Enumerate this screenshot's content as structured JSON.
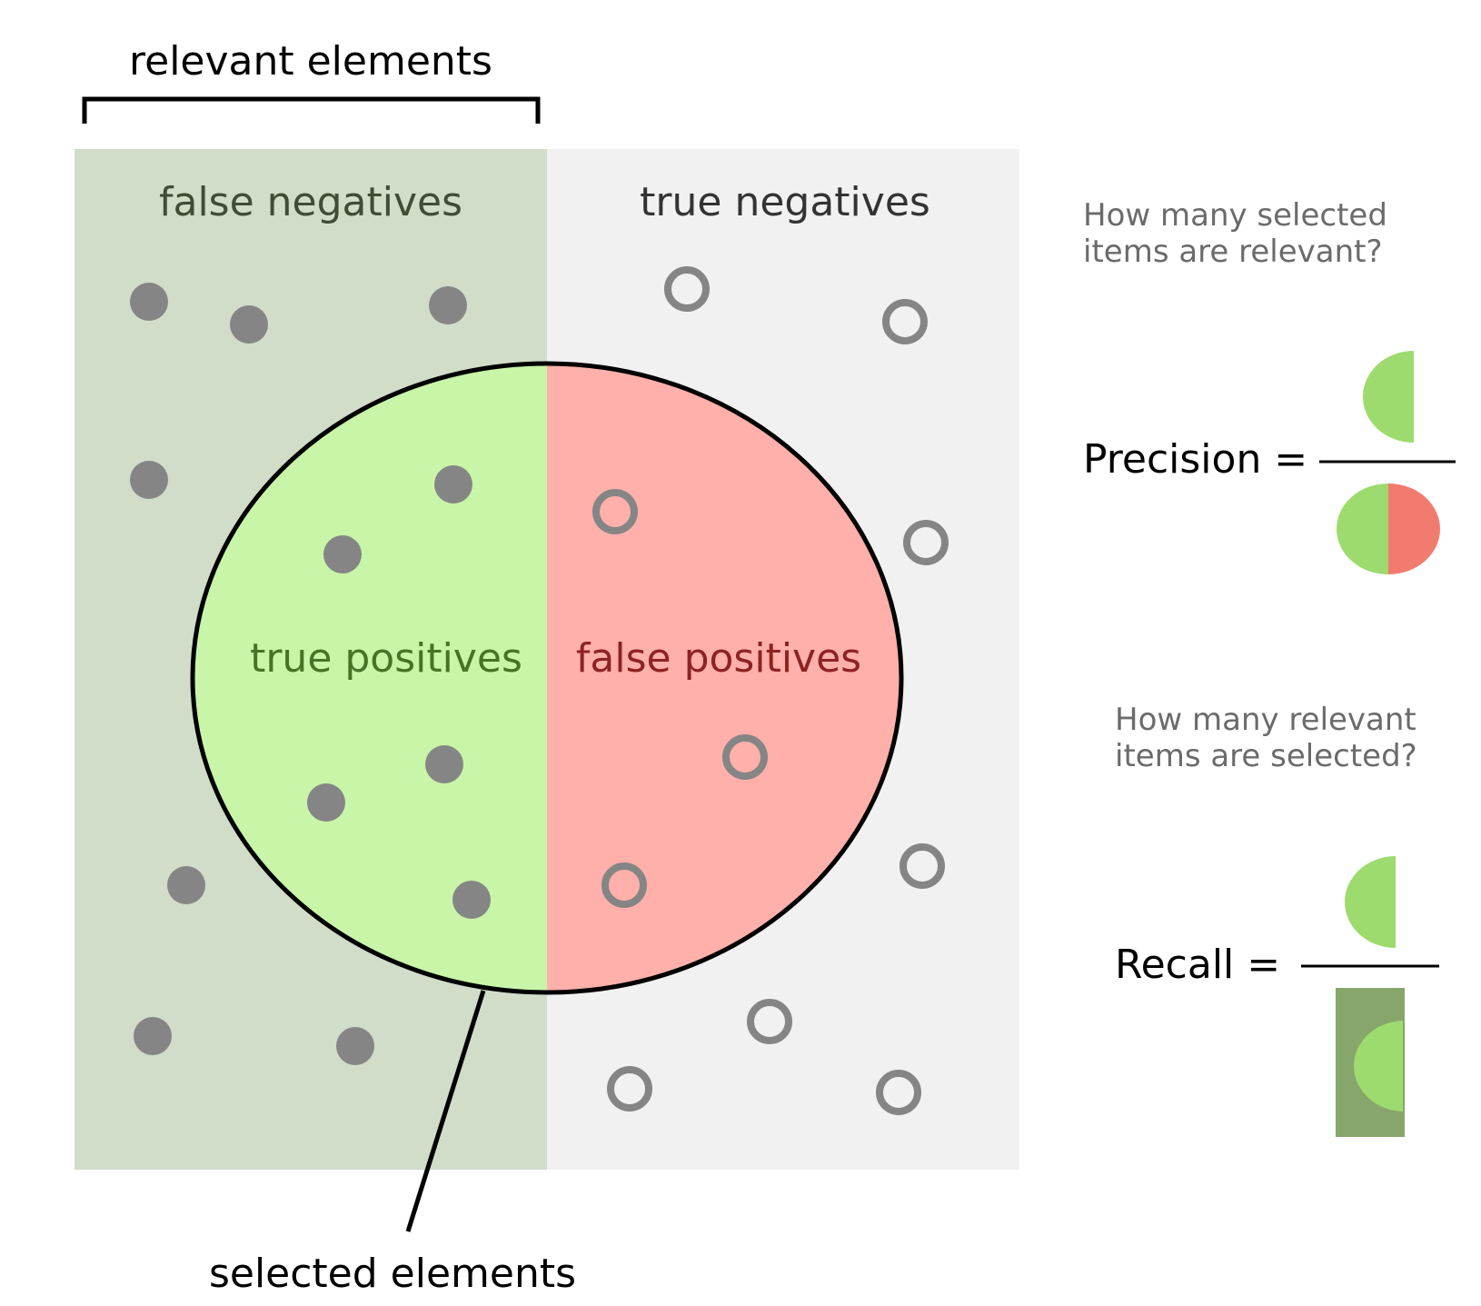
{
  "header": {
    "relevant_label": "relevant elements",
    "selected_label": "selected elements"
  },
  "regions": {
    "false_negatives": "false negatives",
    "true_negatives": "true negatives",
    "true_positives": "true positives",
    "false_positives": "false positives"
  },
  "precision": {
    "question": [
      "How many selected",
      "items are relevant?"
    ],
    "label": "Precision ="
  },
  "recall": {
    "question": [
      "How many relevant",
      "items are selected?"
    ],
    "label": "Recall ="
  },
  "colors": {
    "relevant_bg": "#d1dcc9",
    "irrelevant_bg": "#f1f1f1",
    "tp_fill": "#c8f5a8",
    "fp_fill": "#ffb0aa",
    "dot": "#858585",
    "fn_text": "#3f4c36",
    "tn_text": "#333333",
    "tp_text": "#467326",
    "fp_text": "#8e2222",
    "question_text": "#6b6b6b",
    "formula_green": "#9edb6e",
    "formula_red": "#f27b70",
    "formula_darkgreen": "#86a66c"
  }
}
